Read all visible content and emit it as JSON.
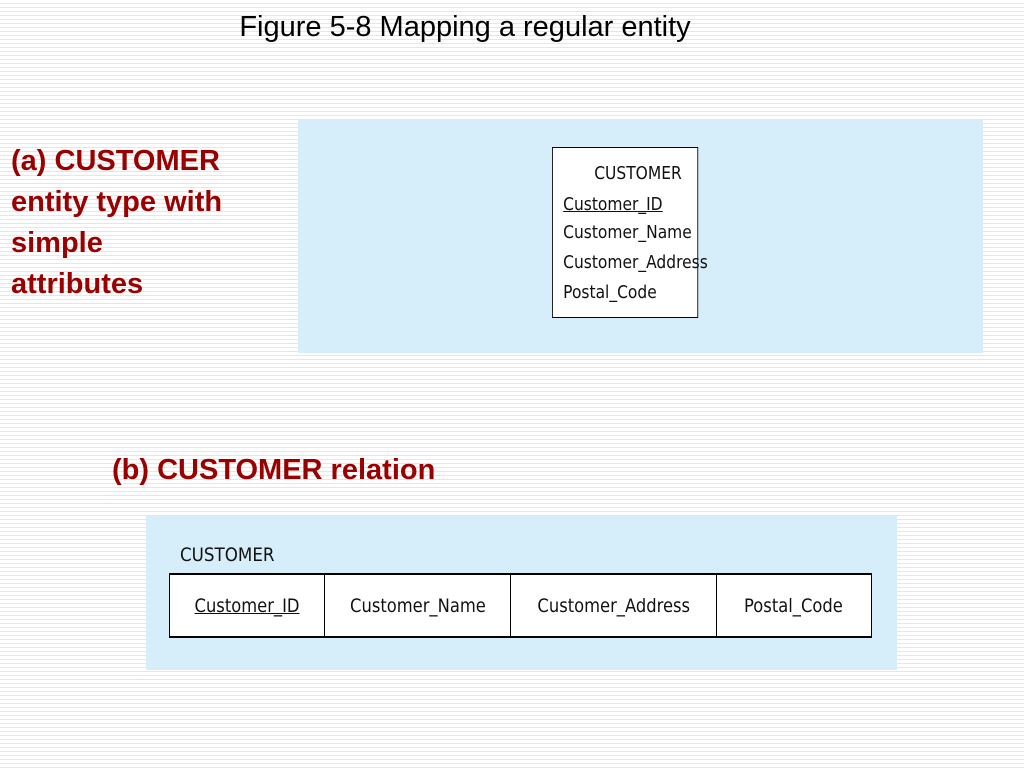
{
  "title": "Figure 5-8 Mapping a regular entity",
  "part_a": {
    "caption_lines": [
      "(a) CUSTOMER",
      "entity type with",
      "simple",
      "attributes"
    ],
    "entity": {
      "name": "CUSTOMER",
      "attributes": [
        {
          "name": "Customer_ID",
          "identifier": true
        },
        {
          "name": "Customer_Name",
          "identifier": false
        },
        {
          "name": "Customer_Address",
          "identifier": false
        },
        {
          "name": "Postal_Code",
          "identifier": false
        }
      ]
    }
  },
  "part_b": {
    "caption": "(b) CUSTOMER relation",
    "relation": {
      "name": "CUSTOMER",
      "columns": [
        {
          "name": "Customer_ID",
          "primary_key": true
        },
        {
          "name": "Customer_Name",
          "primary_key": false
        },
        {
          "name": "Customer_Address",
          "primary_key": false
        },
        {
          "name": "Postal_Code",
          "primary_key": false
        }
      ]
    }
  },
  "colors": {
    "caption": "#990000",
    "panel_background": "#d6eef9"
  }
}
